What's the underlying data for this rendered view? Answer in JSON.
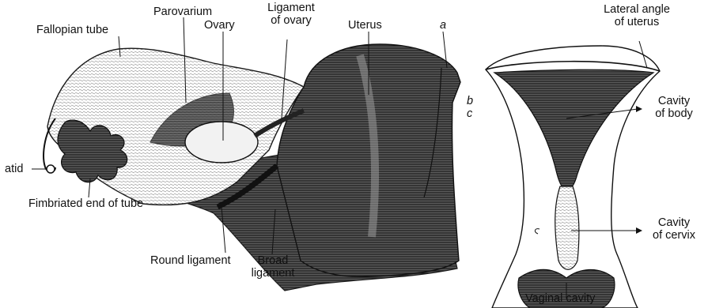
{
  "left_figure": {
    "labels": {
      "fallopian_tube": "Fallopian tube",
      "parovarium": "Parovarium",
      "ovary": "Ovary",
      "ligament_of_ovary_1": "Ligament",
      "ligament_of_ovary_2": "of ovary",
      "uterus": "Uterus",
      "a": "a",
      "b": "b",
      "c": "c",
      "atid": "atid",
      "fimbriated_end": "Fimbriated end of tube",
      "round_ligament": "Round ligament",
      "broad_ligament_1": "Broad",
      "broad_ligament_2": "ligament"
    }
  },
  "right_figure": {
    "labels": {
      "lateral_angle_1": "Lateral angle",
      "lateral_angle_2": "of uterus",
      "cavity_body_1": "Cavity",
      "cavity_body_2": "of body",
      "cavity_cervix_1": "Cavity",
      "cavity_cervix_2": "of cervix",
      "vaginal_cavity": "Vaginal cavity"
    }
  },
  "colors": {
    "ink": "#1a1a1a",
    "shade": "#4a4a4a",
    "paper": "#ffffff"
  }
}
